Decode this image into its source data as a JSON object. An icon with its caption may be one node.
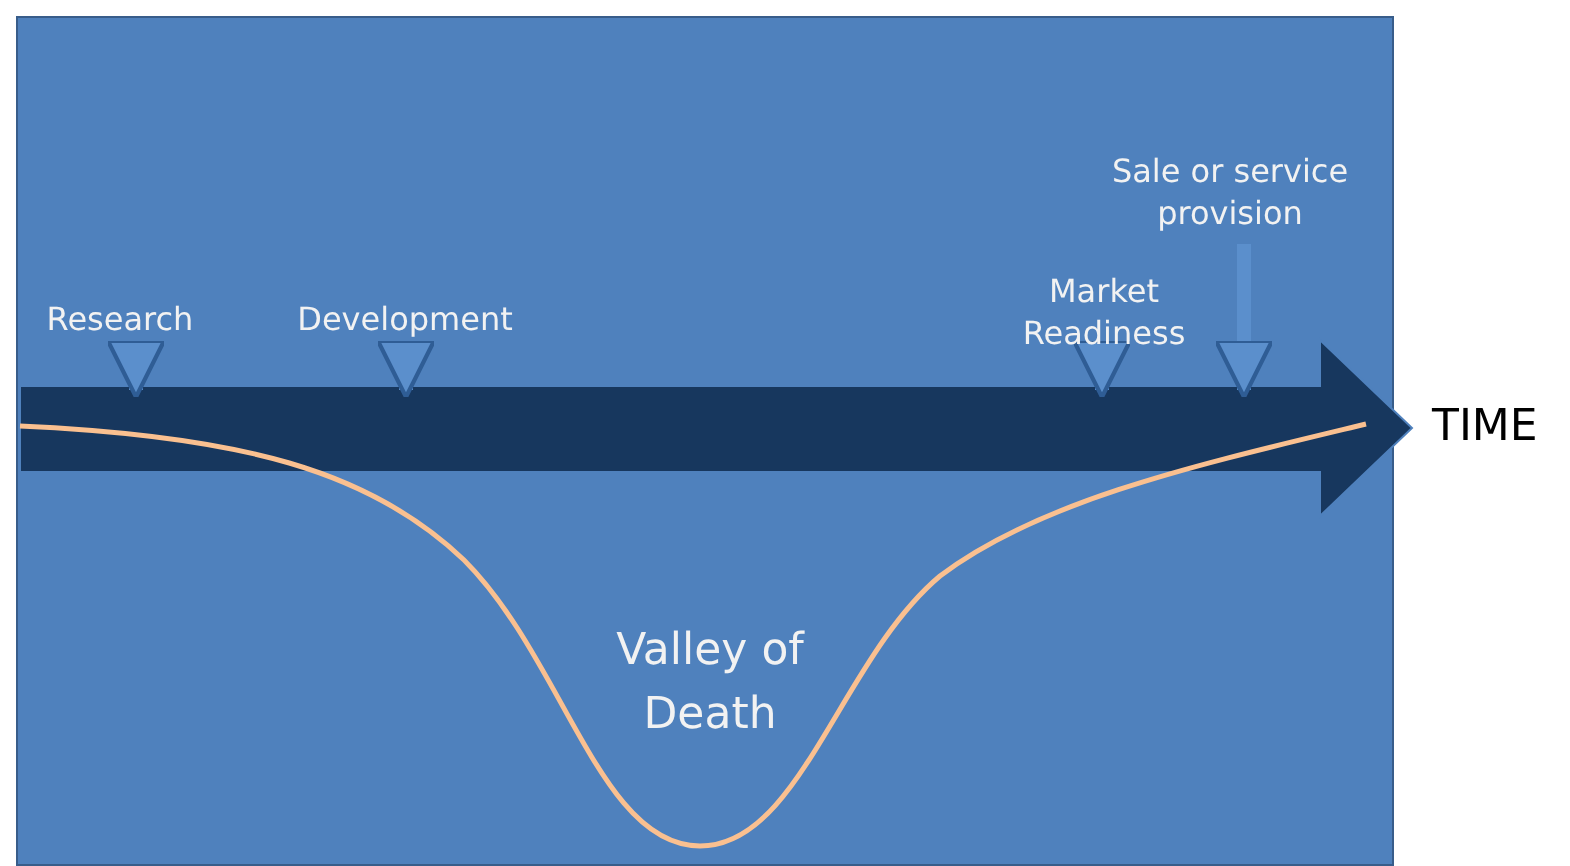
{
  "diagram": {
    "nodes": [
      {
        "text": [
          "Research"
        ]
      },
      {
        "text": [
          "Development"
        ]
      },
      {
        "text": [
          "Market Readiness"
        ]
      },
      {
        "text": [
          "Sale or service provision"
        ]
      },
      {
        "text": [],
        "shape": "bar",
        "beside": [
          "TIME"
        ]
      }
    ],
    "edges": [
      {
        "from": 0,
        "to": 4,
        "arrow": "to"
      },
      {
        "from": 1,
        "to": 4,
        "arrow": "to"
      },
      {
        "from": 2,
        "to": 4,
        "arrow": "to"
      },
      {
        "from": 3,
        "to": 4,
        "arrow": "to"
      }
    ],
    "labels": [
      "Valley of Death"
    ]
  }
}
